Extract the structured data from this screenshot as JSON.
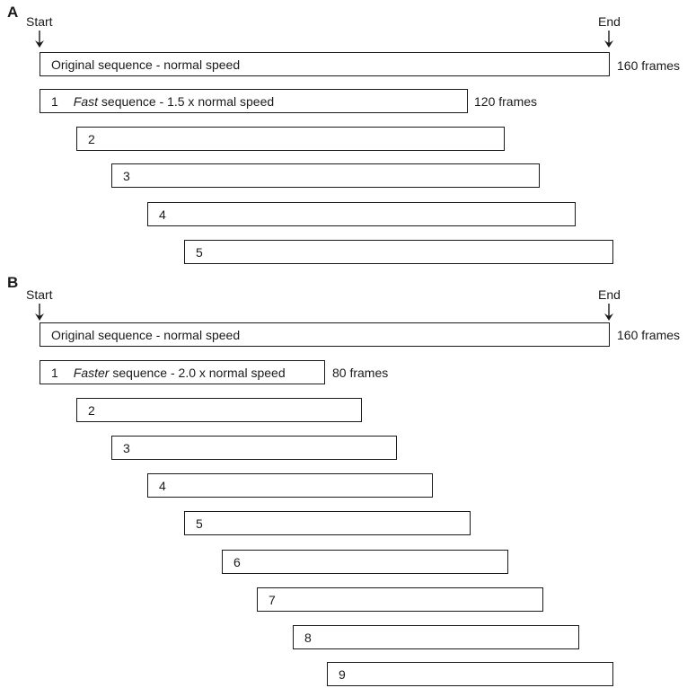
{
  "panel_a": {
    "letter": "A",
    "start_label": "Start",
    "end_label": "End",
    "original_label": "Original sequence - normal speed",
    "original_frames": "160 frames",
    "first_num": "1",
    "first_italic": "Fast",
    "first_rest": " sequence - 1.5 x normal speed",
    "first_frames": "120 frames",
    "bar_labels": [
      "2",
      "3",
      "4",
      "5"
    ]
  },
  "panel_b": {
    "letter": "B",
    "start_label": "Start",
    "end_label": "End",
    "original_label": "Original sequence - normal speed",
    "original_frames": "160 frames",
    "first_num": "1",
    "first_italic": "Faster",
    "first_rest": " sequence - 2.0 x normal speed",
    "first_frames": "80 frames",
    "bar_labels": [
      "2",
      "3",
      "4",
      "5",
      "6",
      "7",
      "8",
      "9"
    ]
  }
}
